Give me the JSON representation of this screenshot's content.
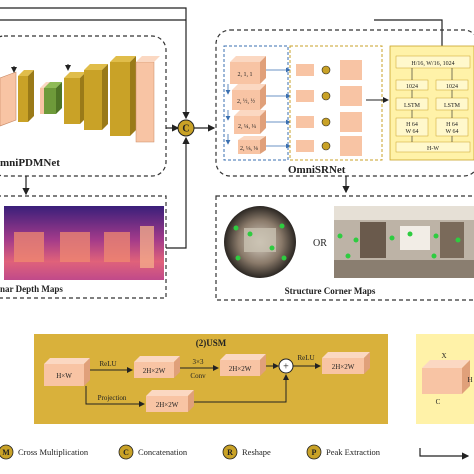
{
  "omnipdmnet": {
    "title": "mniPDMNet"
  },
  "omnisrnet": {
    "title": "OmniSRNet",
    "blocks": [
      "2, 1, 1",
      "2, ½, ½",
      "2, ¼, ¼",
      "2, ⅛, ⅛"
    ],
    "right": {
      "row1": "H/16, W/16, 1024",
      "row2a": "1024",
      "row2b": "1024",
      "row3a": "LSTM",
      "row3b": "LSTM",
      "row4a": "H 64",
      "row4a2": "W 64",
      "row4b": "H 64",
      "row4b2": "W 64",
      "row5": "H-W"
    }
  },
  "concat_symbol": "C",
  "depth": {
    "label": "nar Depth Maps"
  },
  "corner": {
    "label": "Structure Corner Maps",
    "or": "OR"
  },
  "usm": {
    "title": "(2)USM",
    "input": "H×W",
    "relu1": "ReLU",
    "b1": "2H×2W",
    "conv": "3×3",
    "conv2": "Conv",
    "b2": "2H×2W",
    "plus": "+",
    "relu2": "ReLU",
    "b3": "2H×2W",
    "projection": "Projection",
    "b4": "2H×2W"
  },
  "right_panel": {
    "x": "X",
    "h": "H",
    "c": "C"
  },
  "legend": {
    "m_sym": "M",
    "m_label": "Cross Multiplication",
    "c_sym": "C",
    "c_label": "Concatenation",
    "r_sym": "R",
    "r_label": "Reshape",
    "p_sym": "P",
    "p_label": "Peak Extraction"
  },
  "colors": {
    "salmon": "#f8c4a4",
    "gold": "#c9a227",
    "green": "#6e9a3a",
    "usm_bg": "#d9b13b",
    "srnet_bg": "#fff2a8",
    "concat_fill": "#c9a227"
  }
}
